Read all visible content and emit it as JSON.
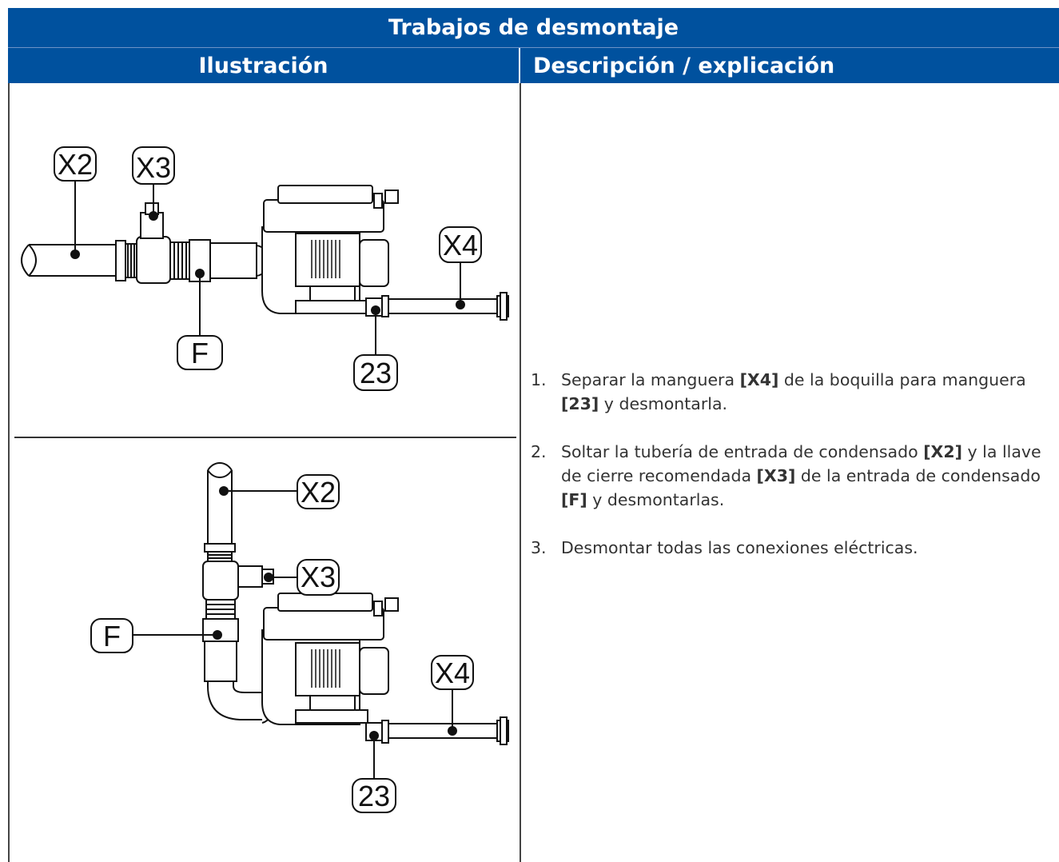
{
  "table": {
    "title": "Trabajos de desmontaje",
    "col_illustration": "Ilustración",
    "col_description": "Descripción / explicación"
  },
  "figure1": {
    "labels": {
      "x2": "X2",
      "x3": "X3",
      "x4": "X4",
      "f": "F",
      "n23": "23"
    }
  },
  "figure2": {
    "labels": {
      "x2": "X2",
      "x3": "X3",
      "x4": "X4",
      "f": "F",
      "n23": "23"
    }
  },
  "steps": [
    {
      "num": "1.",
      "parts": [
        "Separar la manguera ",
        "[X4]",
        " de la boquilla para manguera ",
        "[23]",
        " y desmontarla."
      ]
    },
    {
      "num": "2.",
      "parts": [
        "Soltar la tubería de entrada de condensado ",
        "[X2]",
        " y la llave de cierre recomendada ",
        "[X3]",
        " de la entrada de condensado ",
        "[F]",
        " y desmontarlas."
      ]
    },
    {
      "num": "3.",
      "parts": [
        "Desmontar todas las conexiones eléctricas."
      ]
    }
  ]
}
